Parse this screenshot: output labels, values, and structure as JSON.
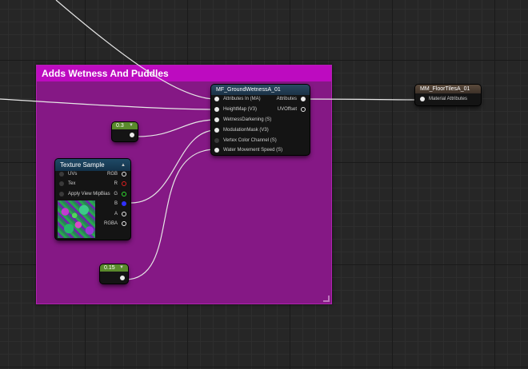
{
  "comment": {
    "title": "Adds Wetness And Puddles"
  },
  "mf_node": {
    "title": "MF_GroundWetnessA_01",
    "inputs": [
      "Attributes In (MA)",
      "HeightMap (V3)",
      "WetnessDarkening (S)",
      "ModulationMask (V3)",
      "Vertex Color Channel (S)",
      "Water Movement Speed (S)"
    ],
    "outputs": [
      "Attributes",
      "UVOffset"
    ]
  },
  "mm_node": {
    "title": "MM_FloorTilesA_01",
    "input": "Material Attributes"
  },
  "texture_node": {
    "title": "Texture Sample",
    "inputs": [
      "UVs",
      "Tex",
      "Apply View MipBias"
    ],
    "outputs": [
      "RGB",
      "R",
      "G",
      "B",
      "A",
      "RGBA"
    ]
  },
  "constants": [
    "0.3",
    "0.15"
  ],
  "colors": {
    "comment_body": "#851885",
    "comment_header": "#bd0bc0",
    "constant_title": "#5a8a2c"
  }
}
